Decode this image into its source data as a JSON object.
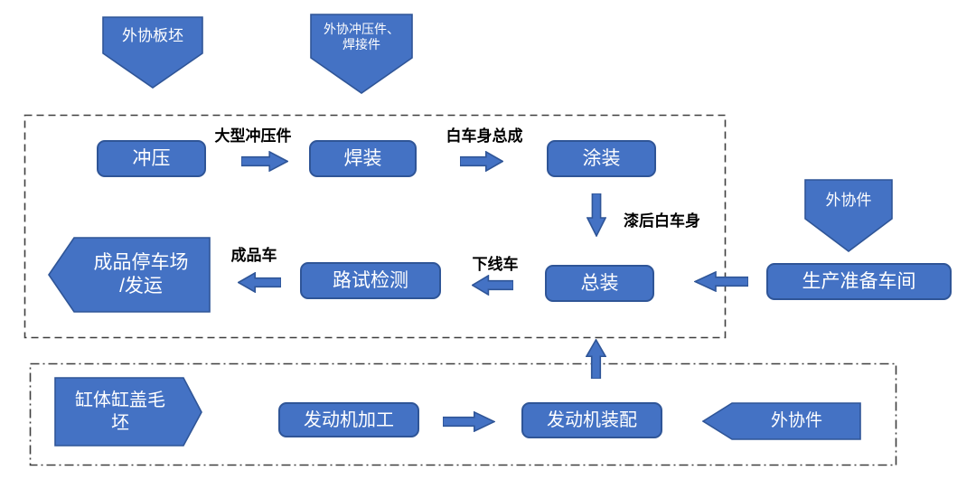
{
  "colors": {
    "shape_fill": "#4472C4",
    "shape_stroke": "#2F5597",
    "box_text": "#FFFFFF",
    "label_text": "#000000",
    "frame_stroke": "#3F3F3F",
    "background": "#FFFFFF"
  },
  "external": {
    "slab": {
      "label": "外协板坯"
    },
    "stamp_weld": {
      "line1": "外协冲压件、",
      "line2": "焊接件"
    },
    "parts_top": {
      "label": "外协件"
    },
    "parts_bottom": {
      "label": "外协件"
    },
    "engine_blank": {
      "line1": "缸体缸盖毛",
      "line2": "坯"
    }
  },
  "process": {
    "stamping": {
      "label": "冲压"
    },
    "welding": {
      "label": "焊装"
    },
    "painting": {
      "label": "涂装"
    },
    "assembly": {
      "label": "总装"
    },
    "road_test": {
      "label": "路试检测"
    },
    "prep_workshop": {
      "label": "生产准备车间"
    },
    "engine_machining": {
      "label": "发动机加工"
    },
    "engine_assembly": {
      "label": "发动机装配"
    },
    "parking_shipping": {
      "line1": "成品停车场",
      "line2": "/发运"
    }
  },
  "flow_labels": {
    "large_stamping": "大型冲压件",
    "biw_assembly": "白车身总成",
    "painted_biw": "漆后白车身",
    "offline_car": "下线车",
    "finished_car": "成品车"
  }
}
